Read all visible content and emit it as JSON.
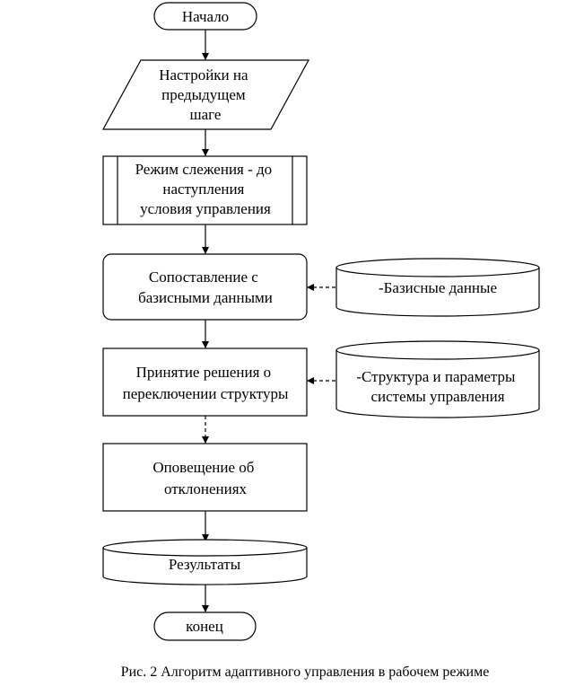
{
  "nodes": {
    "start": {
      "lines": [
        "Начало"
      ]
    },
    "settings": {
      "lines": [
        "Настройки на",
        "предыдущем",
        "шаге"
      ]
    },
    "tracking": {
      "lines": [
        "Режим слежения - до",
        "наступления",
        "условия управления"
      ]
    },
    "compare": {
      "lines": [
        "Сопоставление с",
        "базисными данными"
      ]
    },
    "basis_data": {
      "lines": [
        "-Базисные данные"
      ]
    },
    "decision": {
      "lines": [
        "Принятие решения о",
        "переключении структуры"
      ]
    },
    "structure_params": {
      "lines": [
        "-Структура и параметры",
        "системы управления"
      ]
    },
    "notify": {
      "lines": [
        "Оповещение об",
        "отклонениях"
      ]
    },
    "results": {
      "lines": [
        "Результаты"
      ]
    },
    "end": {
      "lines": [
        "конец"
      ]
    }
  },
  "caption": "Рис. 2 Алгоритм адаптивного управления в рабочем режиме"
}
